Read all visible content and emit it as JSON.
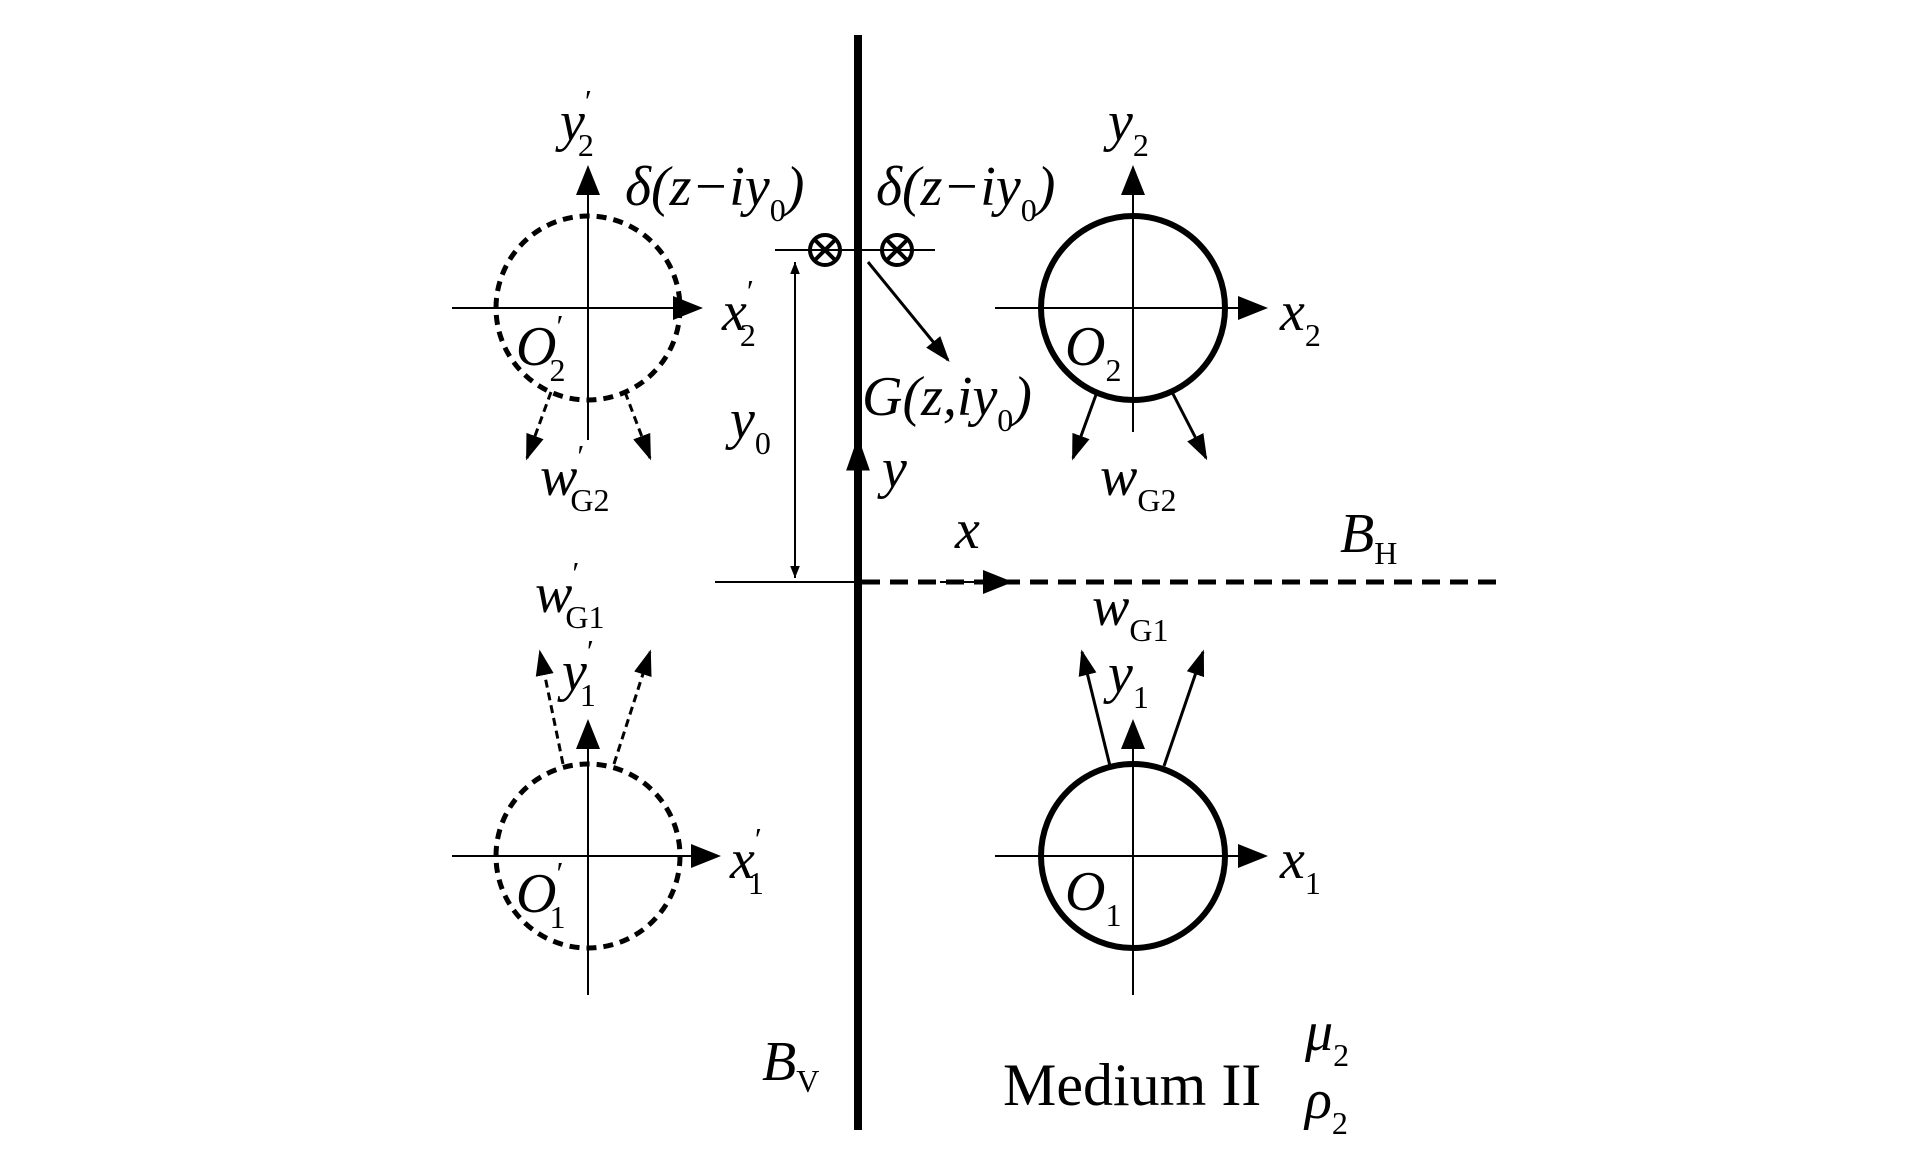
{
  "labels": {
    "y2p": "y",
    "y2p_sub": "2",
    "y2p_prime": "′",
    "x2p": "x",
    "x2p_sub": "2",
    "x2p_prime": "′",
    "O2p": "O",
    "O2p_sub": "2",
    "O2p_prime": "′",
    "wG2p": "w",
    "wG2p_sub": "G2",
    "wG2p_prime": "′",
    "delta_left": "δ(z−iy",
    "delta_left_sub": "0",
    "delta_left_close": ")",
    "delta_right": "δ(z−iy",
    "delta_right_sub": "0",
    "delta_right_close": ")",
    "G": "G(z,iy",
    "G_sub": "0",
    "G_close": ")",
    "y0": "y",
    "y0_sub": "0",
    "y": "y",
    "x": "x",
    "BH": "B",
    "BH_sub": "H",
    "BV": "B",
    "BV_sub": "V",
    "y2": "y",
    "y2_sub": "2",
    "x2": "x",
    "x2_sub": "2",
    "O2": "O",
    "O2_sub": "2",
    "wG2": "w",
    "wG2_sub": "G2",
    "wG1p": "w",
    "wG1p_sub": "G1",
    "wG1p_prime": "′",
    "y1p": "y",
    "y1p_sub": "1",
    "y1p_prime": "′",
    "x1p": "x",
    "x1p_sub": "1",
    "x1p_prime": "′",
    "O1p": "O",
    "O1p_sub": "1",
    "O1p_prime": "′",
    "wG1": "w",
    "wG1_sub": "G1",
    "y1": "y",
    "y1_sub": "1",
    "x1": "x",
    "x1_sub": "1",
    "O1": "O",
    "O1_sub": "1",
    "medium": "Medium II",
    "mu": "μ",
    "mu_sub": "2",
    "rho": "ρ",
    "rho_sub": "2"
  }
}
